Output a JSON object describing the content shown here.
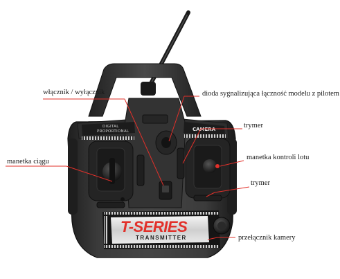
{
  "callouts": {
    "power_switch": "włącznik / wyłącznik",
    "link_led": "dioda sygnalizująca łączność modelu z pilotem",
    "trim_upper": "trymer",
    "throttle_stick": "manetka ciągu",
    "flight_stick": "manetka kontroli lotu",
    "trim_lower": "trymer",
    "camera_switch": "przełącznik kamery"
  },
  "device": {
    "left_panel_line1": "DIGITAL",
    "left_panel_line2": "PROPORTIONAL",
    "right_panel": "CAMERA",
    "brand": "T-SERIES",
    "brand_sub": "TRANSMITTER"
  },
  "colors": {
    "accent": "#e2302a",
    "body_dark": "#2b2b2b",
    "body_mid": "#3a3a3a",
    "panel": "#1c1c1c"
  }
}
